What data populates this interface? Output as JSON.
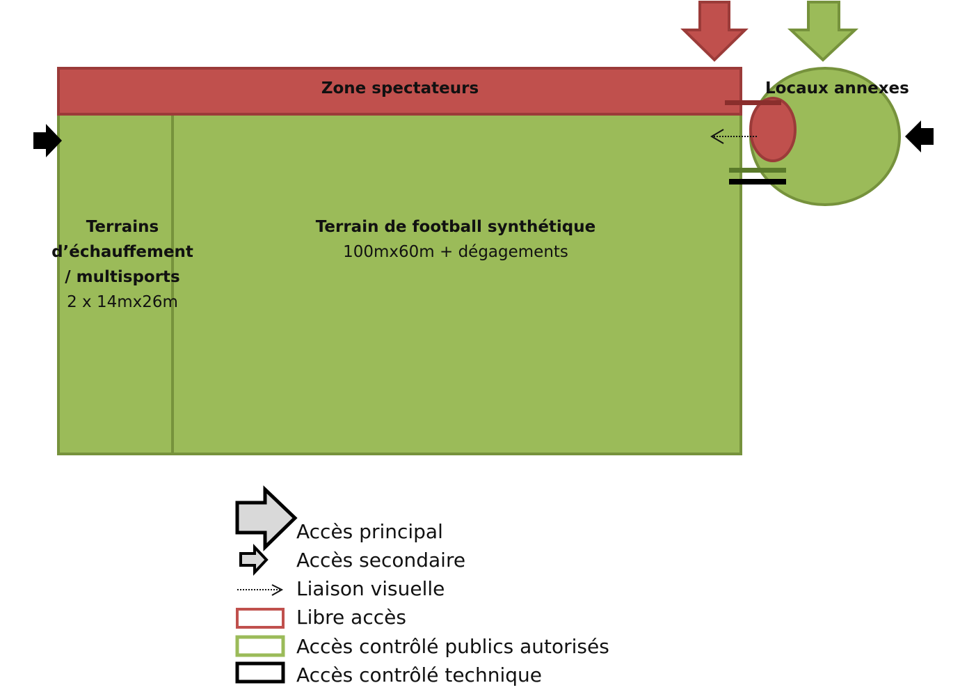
{
  "diagram": {
    "zones": {
      "spectators": {
        "label": "Zone spectateurs",
        "access": "libre"
      },
      "warmup": {
        "title_lines": [
          "Terrains",
          "d’échauffement",
          "/ multisports"
        ],
        "size": "2 x  14mx26m",
        "access": "controle_public"
      },
      "football": {
        "title": "Terrain de football synthétique",
        "size": "100mx60m + dégagements",
        "access": "controle_public"
      },
      "annexes": {
        "label": "Locaux annexes",
        "access": "controle_public"
      }
    },
    "arrows": [
      {
        "type": "principal",
        "access": "libre",
        "direction": "down",
        "target": "zone spectateurs"
      },
      {
        "type": "principal",
        "access": "controle_public",
        "direction": "down",
        "target": "locaux annexes"
      },
      {
        "type": "secondaire",
        "direction": "right",
        "target": "terrains d'échauffement"
      },
      {
        "type": "secondaire",
        "direction": "left",
        "target": "locaux annexes"
      },
      {
        "type": "liaison_visuelle",
        "direction": "left",
        "target": "terrain de football"
      }
    ],
    "colors": {
      "libre_fill": "#c0504d",
      "libre_stroke": "#9b3b39",
      "controle_fill": "#9bbb59",
      "controle_stroke": "#76923c",
      "technique": "#000000",
      "legend_principal_fill": "#d9d9d9"
    }
  },
  "legend": {
    "items": [
      {
        "symbol": "principal-arrow",
        "label": "Accès principal"
      },
      {
        "symbol": "secondary-arrow",
        "label": "Accès secondaire"
      },
      {
        "symbol": "dotted-arrow",
        "label": "Liaison visuelle"
      },
      {
        "symbol": "red-box",
        "label": "Libre accès"
      },
      {
        "symbol": "green-box",
        "label": "Accès contrôlé publics autorisés"
      },
      {
        "symbol": "black-box",
        "label": "Accès contrôlé technique"
      }
    ]
  }
}
